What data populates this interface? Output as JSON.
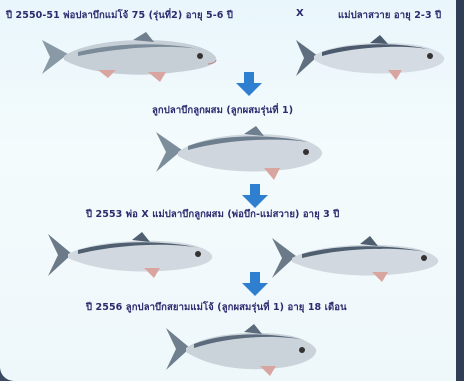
{
  "row1": {
    "left_text": "ปี 2550-51 พ่อปลาบึกแม่โจ้ 75 (รุ่นที่2) อายุ 5-6 ปี",
    "cross": "X",
    "right_text": "แม่ปลาสวาย อายุ 2-3 ปี"
  },
  "step2": {
    "text": "ลูกปลาบึกลูกผสม (ลูกผสมรุ่นที่ 1)"
  },
  "step3": {
    "text": "ปี 2553  พ่อ X แม่ปลาบึกลูกผสม (พ่อบึก-แม่สวาย) อายุ 3 ปี"
  },
  "step4": {
    "text": "ปี 2556 ลูกปลาบึกสยามแม่โจ้ (ลูกผสมรุ่นที่ 1) อายุ 18 เดือน"
  },
  "colors": {
    "arrow": "#2f7fd0",
    "label": "#2b2b6e",
    "background": "#eef7fa"
  }
}
